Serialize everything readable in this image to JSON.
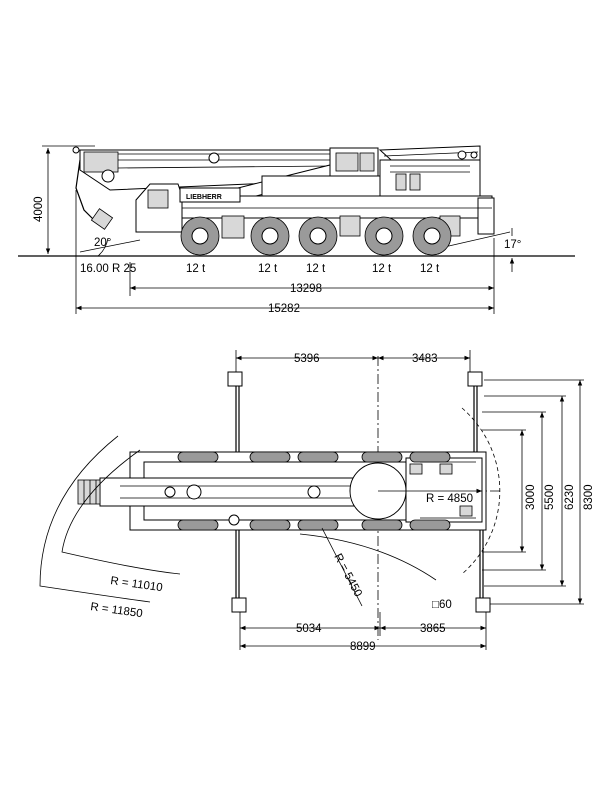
{
  "side_view": {
    "height": "4000",
    "approach_angle": "20°",
    "departure_angle": "17°",
    "tire_size": "16.00 R 25",
    "axle_loads": [
      "12 t",
      "12 t",
      "12 t",
      "12 t",
      "12 t"
    ],
    "wheelbase": "13298",
    "overall_length": "15282"
  },
  "top_view": {
    "support_front": "5396",
    "support_rear": "3483",
    "support_length_front": "5034",
    "support_length_rear": "3865",
    "support_length_total": "8899",
    "width_3000": "3000",
    "width_5500": "5500",
    "width_6230": "6230",
    "width_8300": "8300",
    "radius_tail": "R = 4850",
    "radius_boom_1": "R = 11010",
    "radius_boom_2": "R = 11850",
    "radius_turn": "R = 5450",
    "pad_size": "□60"
  }
}
